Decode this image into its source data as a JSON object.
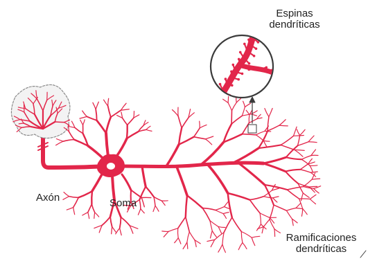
{
  "labels": {
    "spines_line1": "Espinas",
    "spines_line2": "dendríticas",
    "axon": "Axón",
    "soma": "Soma",
    "branches_line1": "Ramificaciones",
    "branches_line2": "dendríticas"
  },
  "colors": {
    "neuron": "#e2264a",
    "ink": "#222222",
    "circle_stroke": "#3a3a3a",
    "background": "#ffffff"
  }
}
